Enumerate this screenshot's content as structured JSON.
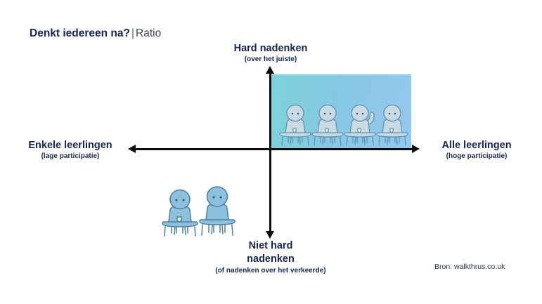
{
  "slide": {
    "title_bold": "Denkt iedereen na?",
    "title_separator": "|",
    "title_light": "Ratio",
    "source": "Bron: walkthrus.co.uk",
    "background_color": "#ffffff"
  },
  "axes": {
    "colors": {
      "axis_line": "#0d0d0d",
      "label_text": "#17264d",
      "quadrant_gradient_start": "#7dd3d8",
      "quadrant_gradient_end": "#93c9ef",
      "figure_fill_light": "#c6d6de",
      "figure_fill_dark": "#86bcd8",
      "figure_outline": "#4b7f9e"
    },
    "top": {
      "label": "Hard nadenken",
      "sublabel": "(over het juiste)"
    },
    "bottom": {
      "label_line1": "Niet hard",
      "label_line2": "nadenken",
      "sublabel": "(of nadenken over het verkeerde)"
    },
    "left": {
      "label": "Enkele leerlingen",
      "sublabel": "(lage participatie)"
    },
    "right": {
      "label": "Alle leerlingen",
      "sublabel": "(hoge participatie)"
    }
  },
  "quadrants": {
    "top_right": {
      "name": "hoge participatie en hard nadenken",
      "filled": true,
      "pupil_count": 4,
      "pupils_with_raised_hand": 1
    },
    "bottom_left": {
      "name": "lage participatie en niet hard nadenken",
      "filled": false,
      "pupil_count": 2,
      "pupils_with_raised_hand": 0
    }
  }
}
